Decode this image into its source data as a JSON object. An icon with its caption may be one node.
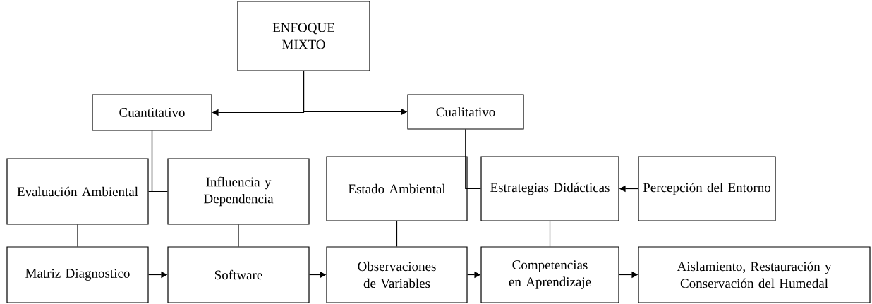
{
  "diagram": {
    "nodes": [
      {
        "text": [
          "ENFOQUE MIXTO"
        ]
      },
      {
        "text": [
          "Cuantitativo"
        ]
      },
      {
        "text": [
          "Cualitativo"
        ]
      },
      {
        "text": [
          "Evaluación Ambiental"
        ]
      },
      {
        "text": [
          "Influencia y Dependencia"
        ]
      },
      {
        "text": [
          "Estado Ambiental"
        ]
      },
      {
        "text": [
          "Estrategias Didácticas"
        ]
      },
      {
        "text": [
          "Percepción del Entorno"
        ]
      },
      {
        "text": [
          "Matriz Diagnostico"
        ]
      },
      {
        "text": [
          "Software"
        ]
      },
      {
        "text": [
          "Observaciones de Variables"
        ]
      },
      {
        "text": [
          "Competencias en Aprendizaje"
        ]
      },
      {
        "text": [
          "Aislamiento, Restauración y Conservación del Humedal"
        ]
      }
    ],
    "edges": [
      {
        "from": 0,
        "to": 1,
        "arrow": "to"
      },
      {
        "from": 0,
        "to": 2,
        "arrow": "to"
      },
      {
        "from": 1,
        "to": 3,
        "arrow": "none"
      },
      {
        "from": 1,
        "to": 4,
        "arrow": "none"
      },
      {
        "from": 2,
        "to": 5,
        "arrow": "none"
      },
      {
        "from": 2,
        "to": 6,
        "arrow": "none"
      },
      {
        "from": 7,
        "to": 6,
        "arrow": "to"
      },
      {
        "from": 3,
        "to": 8,
        "arrow": "none"
      },
      {
        "from": 4,
        "to": 9,
        "arrow": "none"
      },
      {
        "from": 5,
        "to": 10,
        "arrow": "none"
      },
      {
        "from": 6,
        "to": 11,
        "arrow": "none"
      },
      {
        "from": 8,
        "to": 9,
        "arrow": "to"
      },
      {
        "from": 9,
        "to": 10,
        "arrow": "to"
      },
      {
        "from": 10,
        "to": 11,
        "arrow": "to"
      },
      {
        "from": 11,
        "to": 12,
        "arrow": "to"
      }
    ]
  }
}
